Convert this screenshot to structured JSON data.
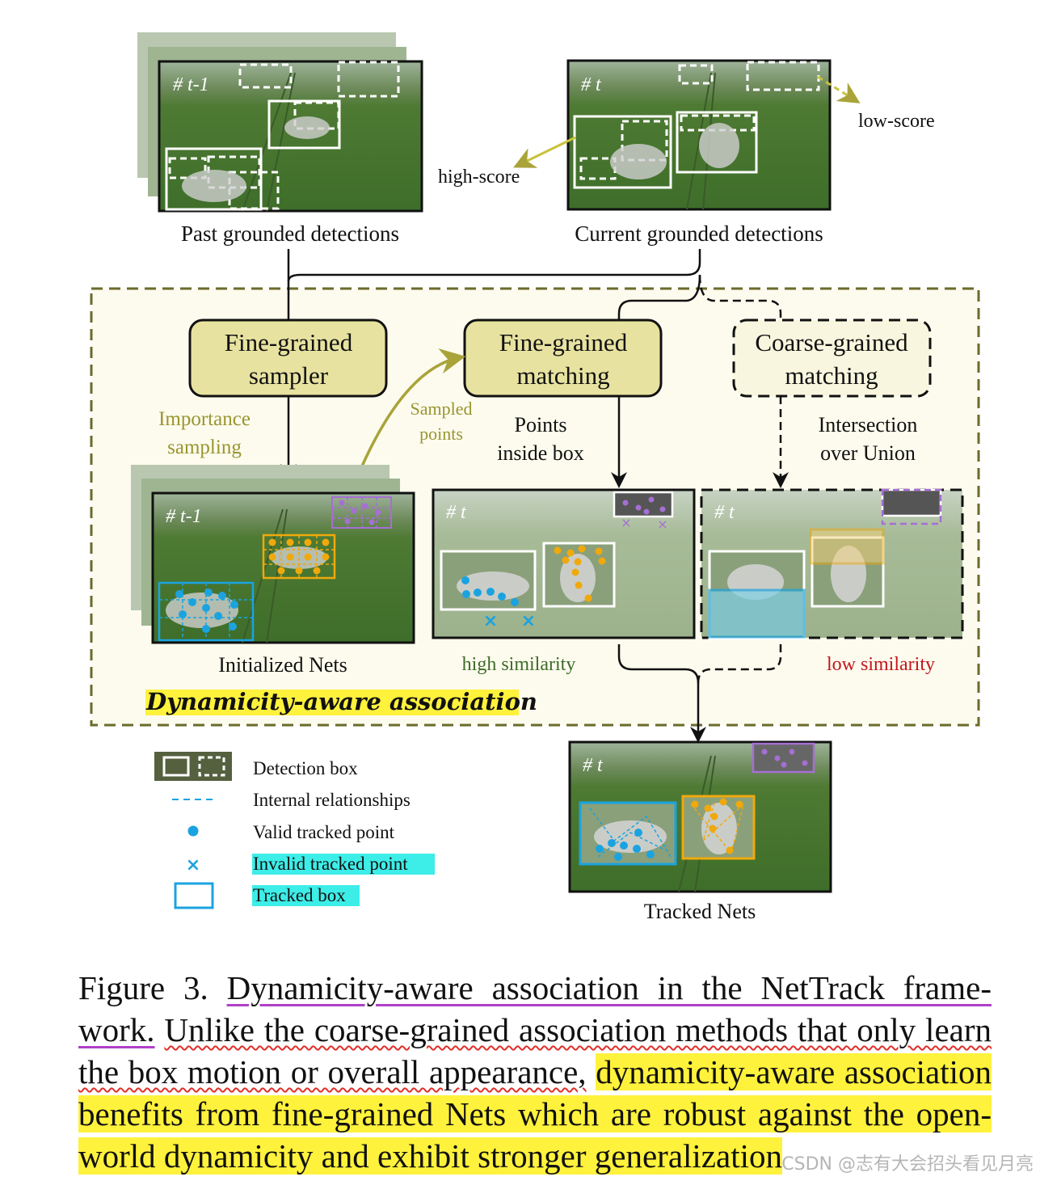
{
  "frames": {
    "past_label": "# t-1",
    "current_label": "# t",
    "init_label": "# t-1",
    "fine_label": "# t",
    "coarse_label": "# t",
    "tracked_label": "# t"
  },
  "labels": {
    "past": "Past grounded detections",
    "current": "Current grounded detections",
    "high_score": "high-score",
    "low_score": "low-score",
    "initialized": "Initialized Nets",
    "tracked": "Tracked Nets"
  },
  "boxes": {
    "sampler_line1": "Fine-grained",
    "sampler_line2": "sampler",
    "fine_line1": "Fine-grained",
    "fine_line2": "matching",
    "coarse_line1": "Coarse-grained",
    "coarse_line2": "matching"
  },
  "annotations": {
    "importance_1": "Importance",
    "importance_2": "sampling",
    "sampled_1": "Sampled",
    "sampled_2": "points",
    "points_1": "Points",
    "points_2": "inside box",
    "iou_1": "Intersection",
    "iou_2": "over Union",
    "high_similarity": "high similarity",
    "low_similarity": "low similarity"
  },
  "module_title": "Dynamicity-aware association",
  "legend": {
    "detection_box": "Detection box",
    "internal": "Internal relationships",
    "valid": "Valid tracked point",
    "invalid": "Invalid tracked point",
    "tracked_box": "Tracked box"
  },
  "caption": {
    "prefix": "Figure 3.",
    "title": "Dynamicity-aware association in the NetTrack frame-work.",
    "sentence_wavy": "Unlike the coarse-grained association methods that only learn the box motion or overall appearance,",
    "sentence_highlight": "dynamicity-aware association benefits from fine-grained Nets which are robust against the open-world dynamicity and exhibit stronger generalization"
  },
  "watermark": "CSDN @志有大会招头看见月亮",
  "colors": {
    "box_fill": "#e7e2a0",
    "box_border": "#111111",
    "module_border": "#6b6a2c",
    "module_fill": "#fcfbee",
    "olive_text": "#9a9530",
    "red_text": "#c4161c",
    "green_text": "#3f6b2a",
    "blue": "#1ba3e0",
    "orange": "#f0a90c",
    "purple": "#a56fd3",
    "highlight": "#fff23c"
  }
}
